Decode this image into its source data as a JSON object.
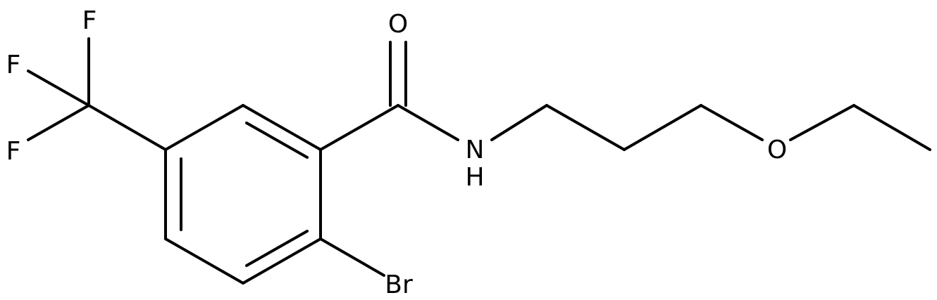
{
  "molecule": {
    "atoms": {
      "O_carbonyl": "O",
      "N": "N",
      "H": "H",
      "O_ether": "O",
      "Br": "Br",
      "F_top": "F",
      "F_mid": "F",
      "F_bottom": "F"
    }
  },
  "colors": {
    "bond": "#000000",
    "label": "#000000",
    "background": "#ffffff"
  }
}
